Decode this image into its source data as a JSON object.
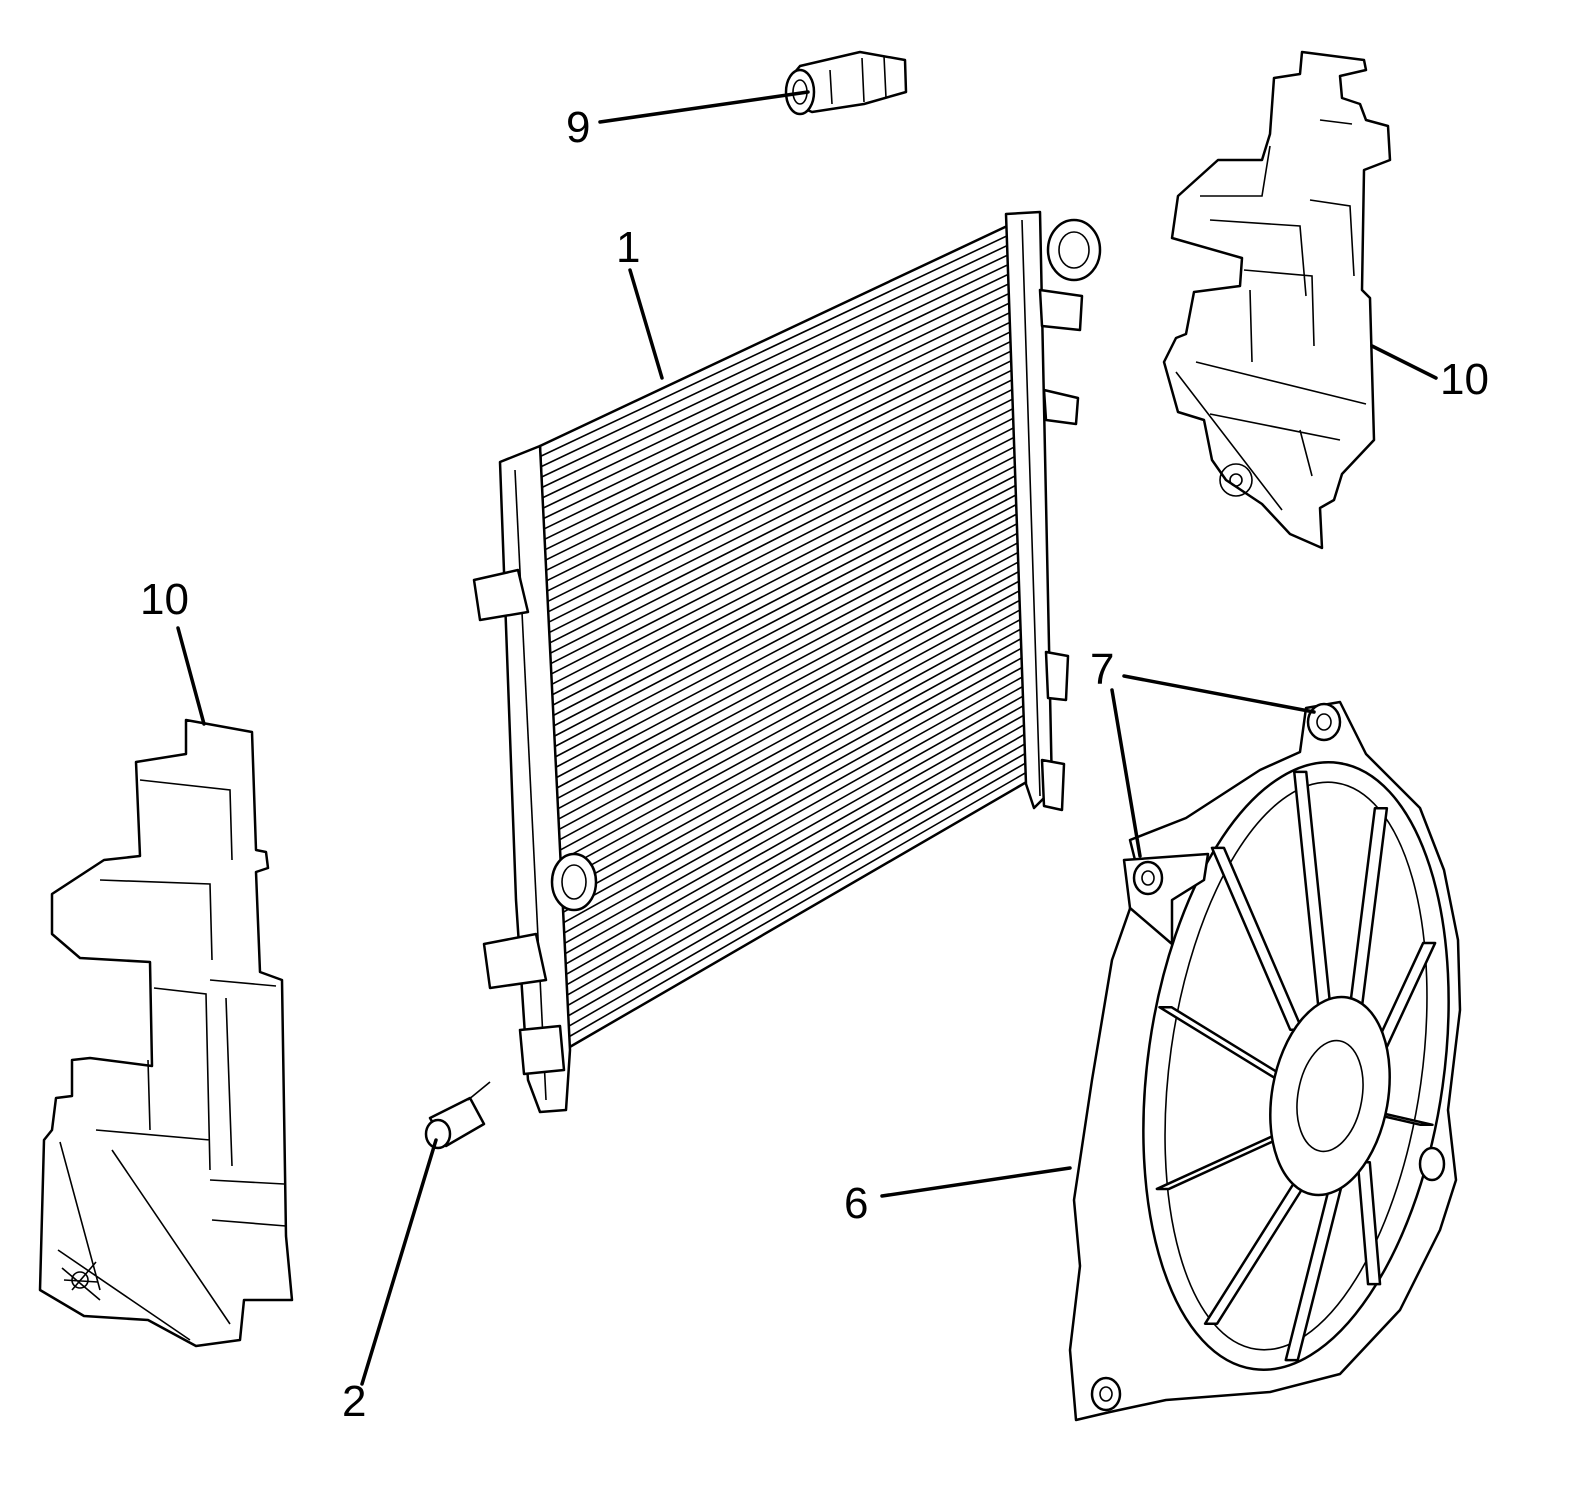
{
  "callouts": {
    "c1": "1",
    "c2": "2",
    "c6": "6",
    "c7": "7",
    "c9": "9",
    "c10_left": "10",
    "c10_right": "10"
  }
}
